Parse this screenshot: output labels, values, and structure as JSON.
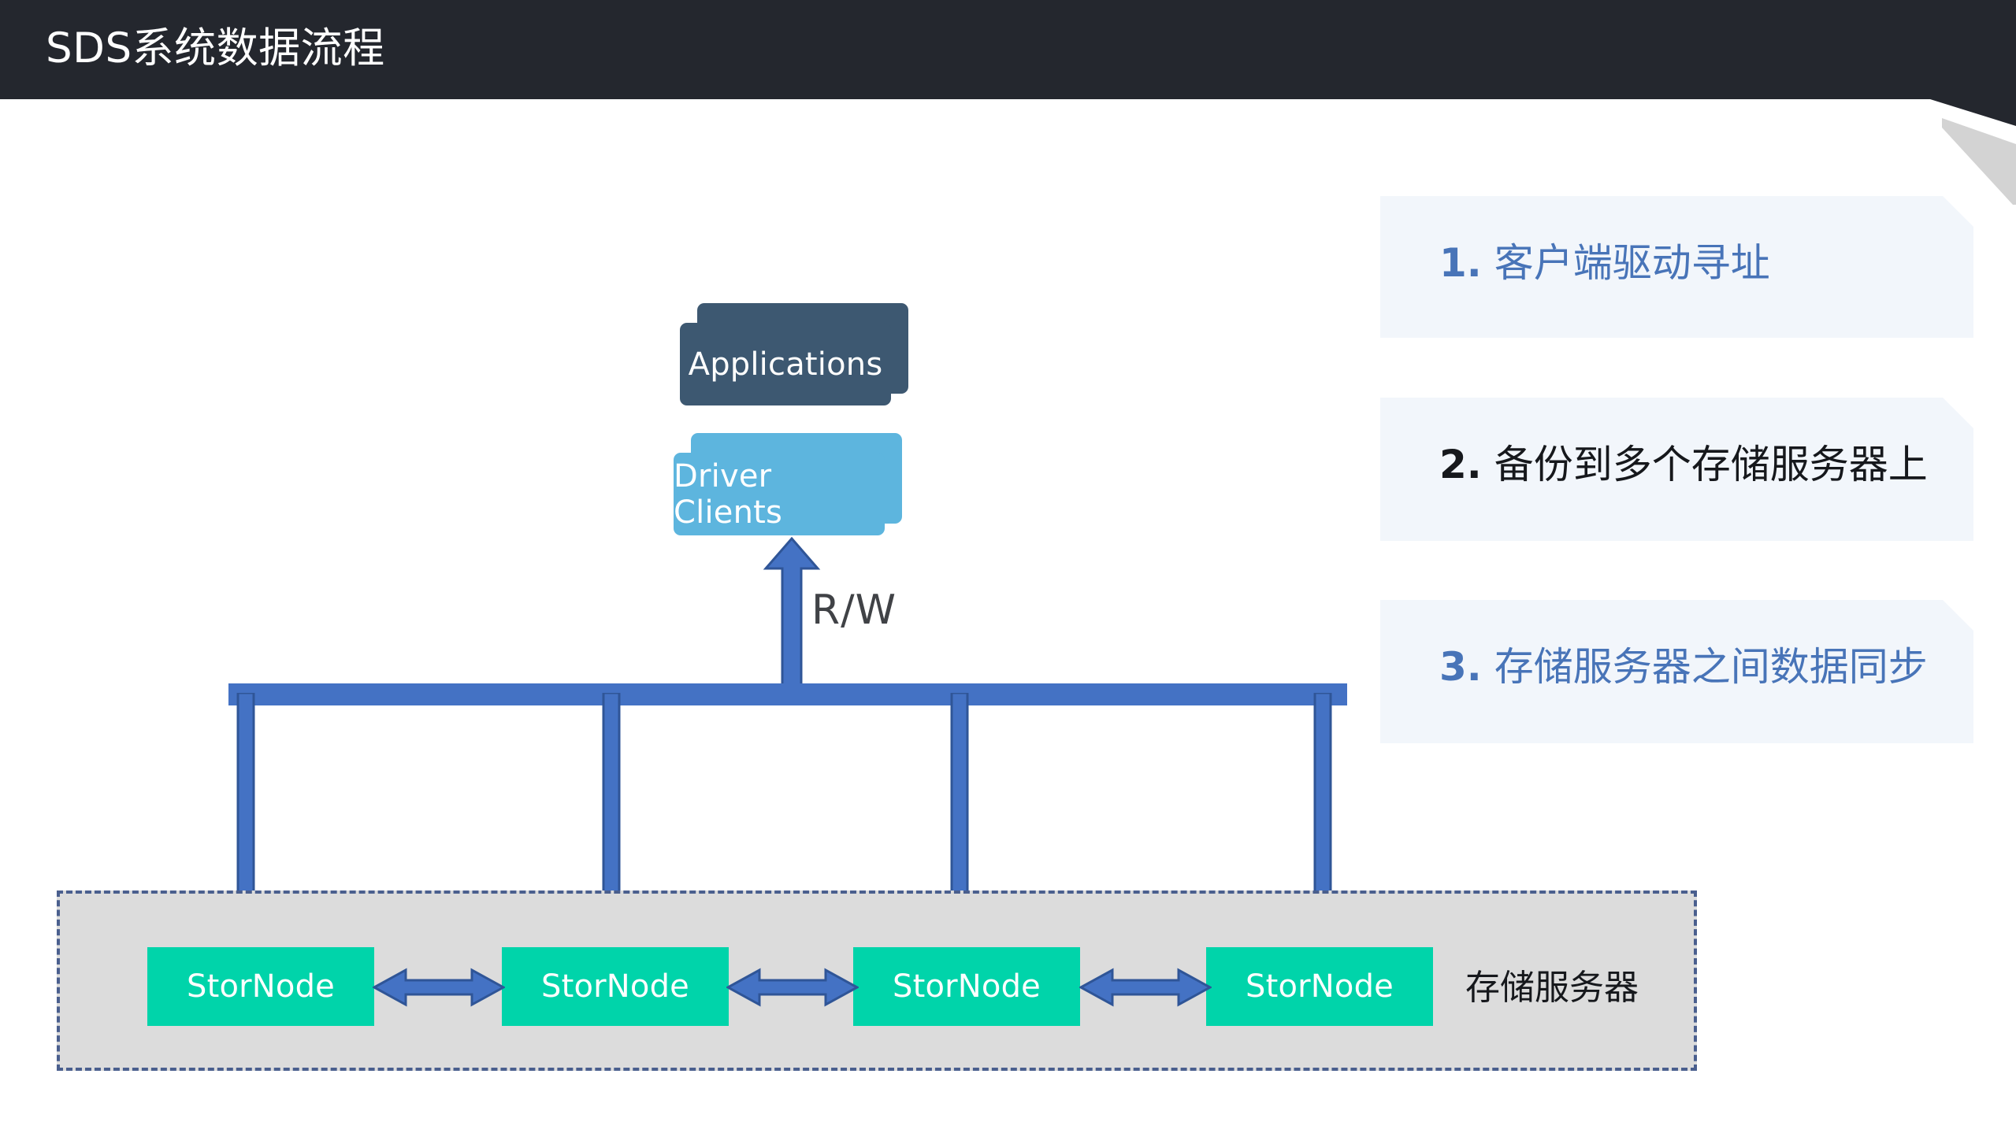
{
  "header": {
    "title": "SDS系统数据流程",
    "background": "#24272e",
    "text_color": "#ffffff"
  },
  "diagram": {
    "applications": {
      "label": "Applications",
      "color": "#3d5871",
      "text_color": "#ffffff"
    },
    "driver_clients": {
      "label": "Driver Clients",
      "color": "#5db5de",
      "text_color": "#ffffff"
    },
    "rw_arrow": {
      "label": "R/W",
      "color": "#4472c4",
      "label_color": "#404246"
    },
    "bus_color": "#4472c4",
    "storage_group": {
      "label": "存储服务器",
      "fill": "#dcdcdc",
      "border_color": "#4a5f8e",
      "border_style": "dash-dot"
    },
    "storage_nodes": [
      {
        "label": "StorNode",
        "color": "#00d4aa"
      },
      {
        "label": "StorNode",
        "color": "#00d4aa"
      },
      {
        "label": "StorNode",
        "color": "#00d4aa"
      },
      {
        "label": "StorNode",
        "color": "#00d4aa"
      }
    ],
    "sync_arrows": [
      {
        "direction": "bidirectional",
        "color": "#4472c4"
      },
      {
        "direction": "bidirectional",
        "color": "#4472c4"
      },
      {
        "direction": "bidirectional",
        "color": "#4472c4"
      }
    ],
    "downlink_arrows": [
      {
        "direction": "down",
        "color": "#4472c4"
      },
      {
        "direction": "down",
        "color": "#4472c4"
      },
      {
        "direction": "down",
        "color": "#4472c4"
      },
      {
        "direction": "down",
        "color": "#4472c4"
      }
    ]
  },
  "callouts": [
    {
      "number": "1.",
      "text": "客户端驱动寻址",
      "text_color": "#4874b8",
      "panel_color": "#f2f6fb",
      "emphasis": false
    },
    {
      "number": "2.",
      "text": "备份到多个存储服务器上",
      "text_color": "#16181c",
      "panel_color": "#f2f6fb",
      "emphasis": true
    },
    {
      "number": "3.",
      "text": "存储服务器之间数据同步",
      "text_color": "#4874b8",
      "panel_color": "#f2f6fb",
      "emphasis": false
    }
  ]
}
